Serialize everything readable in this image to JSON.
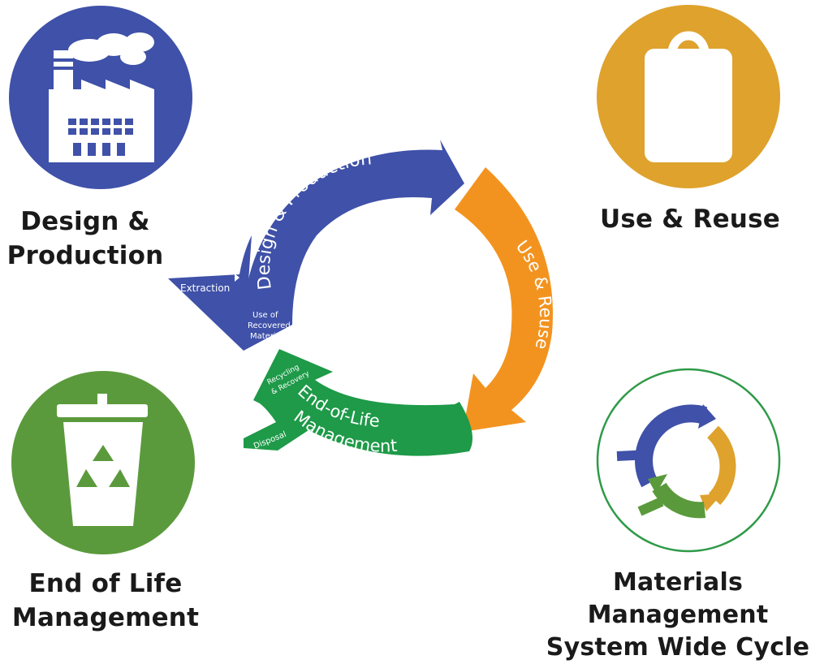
{
  "colors": {
    "design": "#3f51a8",
    "use": "#f3931f",
    "use_circle": "#dea22d",
    "eol": "#1e9a48",
    "eol_circle": "#5b9a3c",
    "mm_ring": "#2f9a48",
    "text_dark": "#1a1a1a"
  },
  "icons": {
    "design": "factory-icon",
    "use": "shopping-bag-icon",
    "eol": "recycle-bin-icon",
    "mm": "cycle-arrows-icon"
  },
  "captions": {
    "design": {
      "line1": "Design &",
      "line2": "Production"
    },
    "use": {
      "line1": "Use & Reuse"
    },
    "eol": {
      "line1": "End of Life",
      "line2": "Management"
    },
    "mm": {
      "line1": "Materials Management",
      "line2": "System Wide Cycle"
    }
  },
  "cycle": {
    "design_label": "Design & Production",
    "use_label": "Use & Reuse",
    "eol_line1": "End-of-Life",
    "eol_line2": "Management",
    "extraction": "Extraction",
    "recovered_line1": "Use of",
    "recovered_line2": "Recovered",
    "recovered_line3": "Materials",
    "recycling_line1": "Recycling",
    "recycling_line2": "& Recovery",
    "disposal": "Disposal"
  }
}
